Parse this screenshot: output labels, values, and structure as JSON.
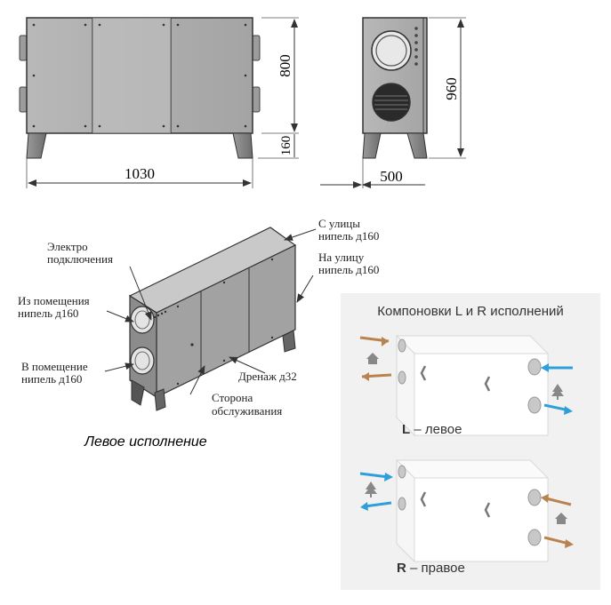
{
  "dimensions": {
    "front_length": "1030",
    "front_body_height": "800",
    "front_leg_height": "160",
    "side_depth": "500",
    "side_total_height": "960"
  },
  "labels": {
    "street_intake": [
      "С улицы",
      "нипель д160"
    ],
    "street_exhaust": [
      "На улицу",
      "нипель д160"
    ],
    "electric": [
      "Электро",
      "подключения"
    ],
    "room_exhaust": [
      "Из помещения",
      "нипель д160"
    ],
    "room_supply": [
      "В помещение",
      "нипель д160"
    ],
    "drain": "Дренаж д32",
    "service_side": [
      "Сторона",
      "обслуживания"
    ]
  },
  "caption": "Левое исполнение",
  "layouts_panel": {
    "title": "Компоновки L и R исполнений",
    "left_letter": "L",
    "left_suffix": " – левое",
    "right_letter": "R",
    "right_suffix": " – правое"
  },
  "colors": {
    "warm_arrow": "#b9834f",
    "cold_arrow": "#2f9fdc",
    "panel_bg": "#f1f1f1",
    "unit_gray": "#a9a9a9"
  }
}
